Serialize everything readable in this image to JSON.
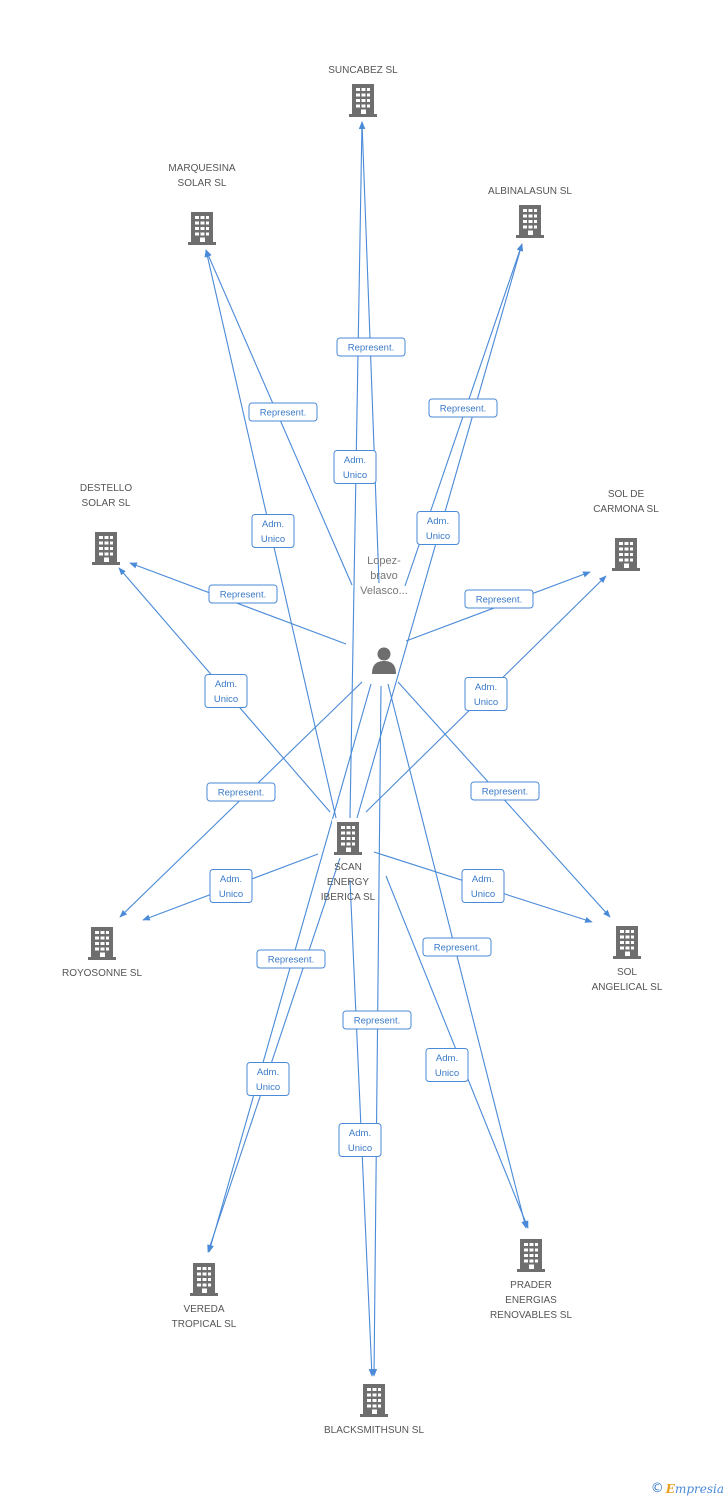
{
  "diagram": {
    "person": {
      "label_lines": [
        "Lopez-",
        "bravo",
        "Velasco..."
      ]
    },
    "hub": {
      "label_lines": [
        "SCAN",
        "ENERGY",
        "IBERICA SL"
      ]
    },
    "companies": [
      {
        "id": "suncabez",
        "label_lines": [
          "SUNCABEZ SL"
        ]
      },
      {
        "id": "marquesina",
        "label_lines": [
          "MARQUESINA",
          "SOLAR SL"
        ]
      },
      {
        "id": "albinalasun",
        "label_lines": [
          "ALBINALASUN SL"
        ]
      },
      {
        "id": "destello",
        "label_lines": [
          "DESTELLO",
          "SOLAR SL"
        ]
      },
      {
        "id": "soldecarmona",
        "label_lines": [
          "SOL DE",
          "CARMONA SL"
        ]
      },
      {
        "id": "royosonne",
        "label_lines": [
          "ROYOSONNE SL"
        ]
      },
      {
        "id": "solangelical",
        "label_lines": [
          "SOL",
          "ANGELICAL SL"
        ]
      },
      {
        "id": "vereda",
        "label_lines": [
          "VEREDA",
          "TROPICAL SL"
        ]
      },
      {
        "id": "prader",
        "label_lines": [
          "PRADER",
          "ENERGIAS",
          "RENOVABLES SL"
        ]
      },
      {
        "id": "blacksmithsun",
        "label_lines": [
          "BLACKSMITHSUN SL"
        ]
      }
    ],
    "edges": [
      {
        "from": "person",
        "to": "suncabez",
        "label_lines": [
          "Represent."
        ]
      },
      {
        "from": "hub",
        "to": "suncabez",
        "label_lines": [
          "Adm.",
          "Unico"
        ]
      },
      {
        "from": "person",
        "to": "marquesina",
        "label_lines": [
          "Represent."
        ]
      },
      {
        "from": "hub",
        "to": "marquesina",
        "label_lines": [
          "Adm.",
          "Unico"
        ]
      },
      {
        "from": "person",
        "to": "albinalasun",
        "label_lines": [
          "Represent."
        ]
      },
      {
        "from": "hub",
        "to": "albinalasun",
        "label_lines": [
          "Adm.",
          "Unico"
        ]
      },
      {
        "from": "person",
        "to": "destello",
        "label_lines": [
          "Represent."
        ]
      },
      {
        "from": "hub",
        "to": "destello",
        "label_lines": [
          "Adm.",
          "Unico"
        ]
      },
      {
        "from": "person",
        "to": "soldecarmona",
        "label_lines": [
          "Represent."
        ]
      },
      {
        "from": "hub",
        "to": "soldecarmona",
        "label_lines": [
          "Adm.",
          "Unico"
        ]
      },
      {
        "from": "person",
        "to": "royosonne",
        "label_lines": [
          "Represent."
        ]
      },
      {
        "from": "hub",
        "to": "royosonne",
        "label_lines": [
          "Adm.",
          "Unico"
        ]
      },
      {
        "from": "person",
        "to": "solangelical",
        "label_lines": [
          "Represent."
        ]
      },
      {
        "from": "hub",
        "to": "solangelical",
        "label_lines": [
          "Adm.",
          "Unico"
        ]
      },
      {
        "from": "person",
        "to": "vereda",
        "label_lines": [
          "Represent."
        ]
      },
      {
        "from": "hub",
        "to": "vereda",
        "label_lines": [
          "Adm.",
          "Unico"
        ]
      },
      {
        "from": "person",
        "to": "prader",
        "label_lines": [
          "Represent."
        ]
      },
      {
        "from": "hub",
        "to": "prader",
        "label_lines": [
          "Adm.",
          "Unico"
        ]
      },
      {
        "from": "person",
        "to": "blacksmithsun",
        "label_lines": [
          "Represent."
        ]
      },
      {
        "from": "hub",
        "to": "blacksmithsun",
        "label_lines": [
          "Adm.",
          "Unico"
        ]
      }
    ]
  },
  "footer": {
    "copyright_symbol": "©",
    "brand_initial": "E",
    "brand_rest": "mpresia"
  },
  "colors": {
    "edge": "#4a8ad8",
    "icon": "#6e6e6e",
    "label_text": "#555555"
  }
}
